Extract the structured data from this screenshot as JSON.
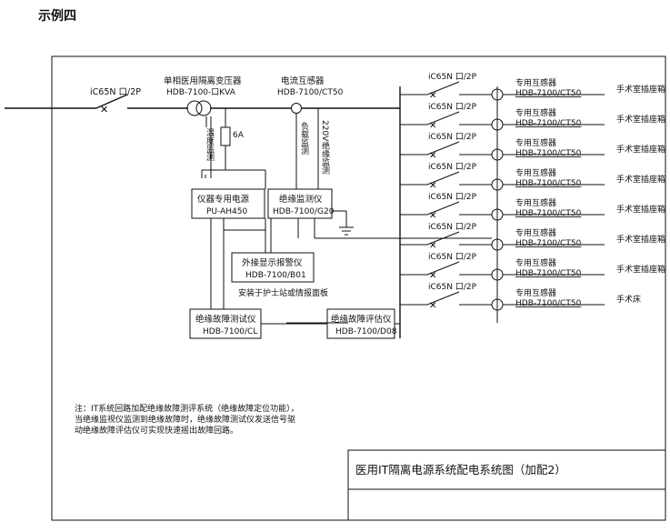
{
  "heading": "示例四",
  "main_breaker": "iC65N 口/2P",
  "transformer": {
    "name": "单相医用隔离变压器",
    "model": "HDB-7100-口KVA"
  },
  "ct_main": {
    "name": "电流互感器",
    "model": "HDB-7100/CT50"
  },
  "fuse_label": "6A",
  "temp_monitor": "温度监测",
  "load_monitor": "负载监测",
  "insulation_220": "220V绝缘监测",
  "psu": {
    "name": "仪器专用电源",
    "model": "PU-AH450"
  },
  "monitor": {
    "name": "绝缘监测仪",
    "model": "HDB-7100/G20"
  },
  "display": {
    "name": "外接显示报警仪",
    "model": "HDB-7100/B01",
    "note": "安装于护士站或情报面板"
  },
  "tester": {
    "name": "绝缘故障测试仪",
    "model": "HDB-7100/CL"
  },
  "evaluator": {
    "name": "绝缘故障评估仪",
    "model": "HDB-7100/D08"
  },
  "branches": [
    {
      "breaker": "iC65N 口/2P",
      "ct_name": "专用互感器",
      "ct_model": "HDB-7100/CT50",
      "load": "手术室插座箱"
    },
    {
      "breaker": "iC65N 口/2P",
      "ct_name": "专用互感器",
      "ct_model": "HDB-7100/CT50",
      "load": "手术室插座箱"
    },
    {
      "breaker": "iC65N 口/2P",
      "ct_name": "专用互感器",
      "ct_model": "HDB-7100/CT50",
      "load": "手术室插座箱"
    },
    {
      "breaker": "iC65N 口/2P",
      "ct_name": "专用互感器",
      "ct_model": "HDB-7100/CT50",
      "load": "手术室插座箱"
    },
    {
      "breaker": "iC65N 口/2P",
      "ct_name": "专用互感器",
      "ct_model": "HDB-7100/CT50",
      "load": "手术室插座箱"
    },
    {
      "breaker": "iC65N 口/2P",
      "ct_name": "专用互感器",
      "ct_model": "HDB-7100/CT50",
      "load": "手术室插座箱"
    },
    {
      "breaker": "iC65N 口/2P",
      "ct_name": "专用互感器",
      "ct_model": "HDB-7100/CT50",
      "load": "手术室插座箱"
    },
    {
      "breaker": "iC65N 口/2P",
      "ct_name": "专用互感器",
      "ct_model": "HDB-7100/CT50",
      "load": "手术床"
    }
  ],
  "note_lines": [
    "注：IT系统回路加配绝缘故障测评系统（绝缘故障定位功能），",
    "当绝缘监视仪监测到绝缘故障时，绝缘故障测试仪发送信号驱",
    "动绝缘故障评估仪可实现快速摇出故障回路。"
  ],
  "diagram_title": "医用IT隔离电源系统配电系统图（加配2）"
}
